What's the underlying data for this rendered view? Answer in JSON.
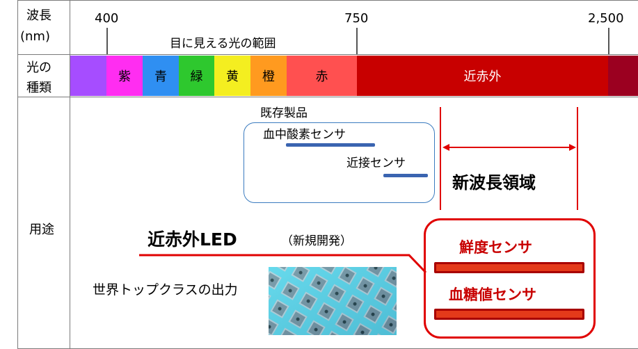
{
  "header": {
    "wavelength_label": "波長",
    "unit_label": "(nm)",
    "tick_400": "400",
    "tick_750": "750",
    "tick_2500": "2,500",
    "visible_range_label": "目に見える光の範囲"
  },
  "spectrum": {
    "row_label_line1": "光の",
    "row_label_line2": "種類",
    "bands": [
      {
        "label": "",
        "color": "#a64dff"
      },
      {
        "label": "紫",
        "color": "#ff2df1"
      },
      {
        "label": "青",
        "color": "#2f8ff2"
      },
      {
        "label": "緑",
        "color": "#2ec82e"
      },
      {
        "label": "黄",
        "color": "#f4ee20"
      },
      {
        "label": "橙",
        "color": "#ff9a1f"
      },
      {
        "label": "赤",
        "color": "#ff5050"
      },
      {
        "label": "近赤外",
        "color": "#c80000"
      },
      {
        "label": "",
        "color": "#9b0020"
      }
    ]
  },
  "usage": {
    "row_label": "用途",
    "existing_products_label": "既存製品",
    "blood_oxygen_sensor": "血中酸素センサ",
    "proximity_sensor": "近接センサ",
    "new_wavelength_region": "新波長領域",
    "nir_led_title": "近赤外LED",
    "nir_led_note": "（新規開発）",
    "top_class_output": "世界トップクラスの出力",
    "freshness_sensor": "鮮度センサ",
    "blood_sugar_sensor": "血糖値センサ"
  },
  "colors": {
    "accent_red": "#e00000",
    "sensor_bar_red": "#c01010",
    "existing_bar_blue": "#3a64b0",
    "existing_box_border": "#3a7bbf"
  }
}
